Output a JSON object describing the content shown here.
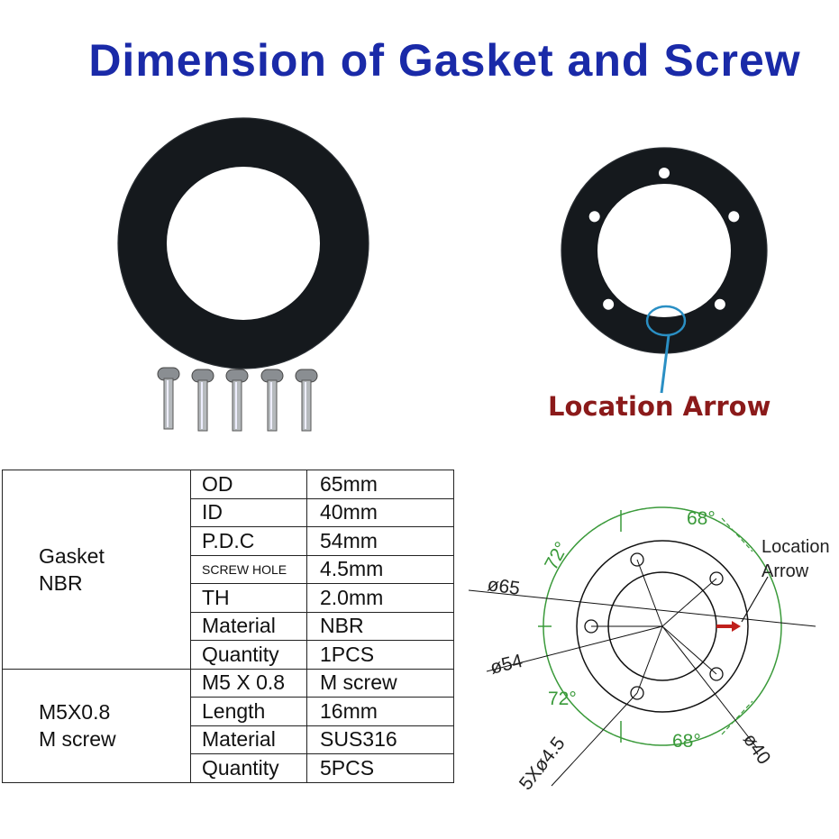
{
  "title": "Dimension of Gasket and Screw",
  "location_arrow_label": "Location Arrow",
  "gasket_group": {
    "line1": "Gasket",
    "line2": "NBR"
  },
  "screw_group": {
    "line1": "M5X0.8",
    "line2": "M screw"
  },
  "gasket_rows": [
    {
      "param": "OD",
      "value": "65mm"
    },
    {
      "param": "ID",
      "value": "40mm"
    },
    {
      "param": "P.D.C",
      "value": "54mm"
    },
    {
      "param": "SCREW HOLE",
      "value": "4.5mm"
    },
    {
      "param": "TH",
      "value": "2.0mm"
    },
    {
      "param": "Material",
      "value": "NBR"
    },
    {
      "param": "Quantity",
      "value": "1PCS"
    }
  ],
  "screw_rows": [
    {
      "param": "M5 X 0.8",
      "value": "M screw"
    },
    {
      "param": "Length",
      "value": "16mm"
    },
    {
      "param": "Material",
      "value": "SUS316"
    },
    {
      "param": "Quantity",
      "value": "5PCS"
    }
  ],
  "drawing": {
    "od_label": "ø65",
    "pdc_label": "ø54",
    "id_label": "ø40",
    "hole_label": "5Xø4.5",
    "angle_top": "68°",
    "angle_bottom": "68°",
    "angle_left_top": "72°",
    "angle_left_bottom": "72°",
    "location_line1": "Location",
    "location_line2": "Arrow"
  },
  "colors": {
    "title": "#1a2aa8",
    "location_label": "#8b1a1a",
    "dimension_green": "#3a9a3a",
    "arrow_red": "#c0201c",
    "marker_blue": "#2a8fc4"
  }
}
